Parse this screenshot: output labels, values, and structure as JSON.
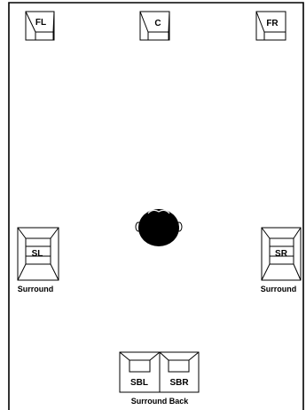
{
  "diagram": {
    "speakers": {
      "front_left": "FL",
      "center": "C",
      "front_right": "FR",
      "surround_left": "SL",
      "surround_right": "SR",
      "surround_back_left": "SBL",
      "surround_back_right": "SBR"
    },
    "captions": {
      "surround_left": "Surround",
      "surround_right": "Surround",
      "surround_back": "Surround Back"
    },
    "colors": {
      "line": "#000000",
      "background": "#ffffff",
      "head": "#000000"
    }
  }
}
